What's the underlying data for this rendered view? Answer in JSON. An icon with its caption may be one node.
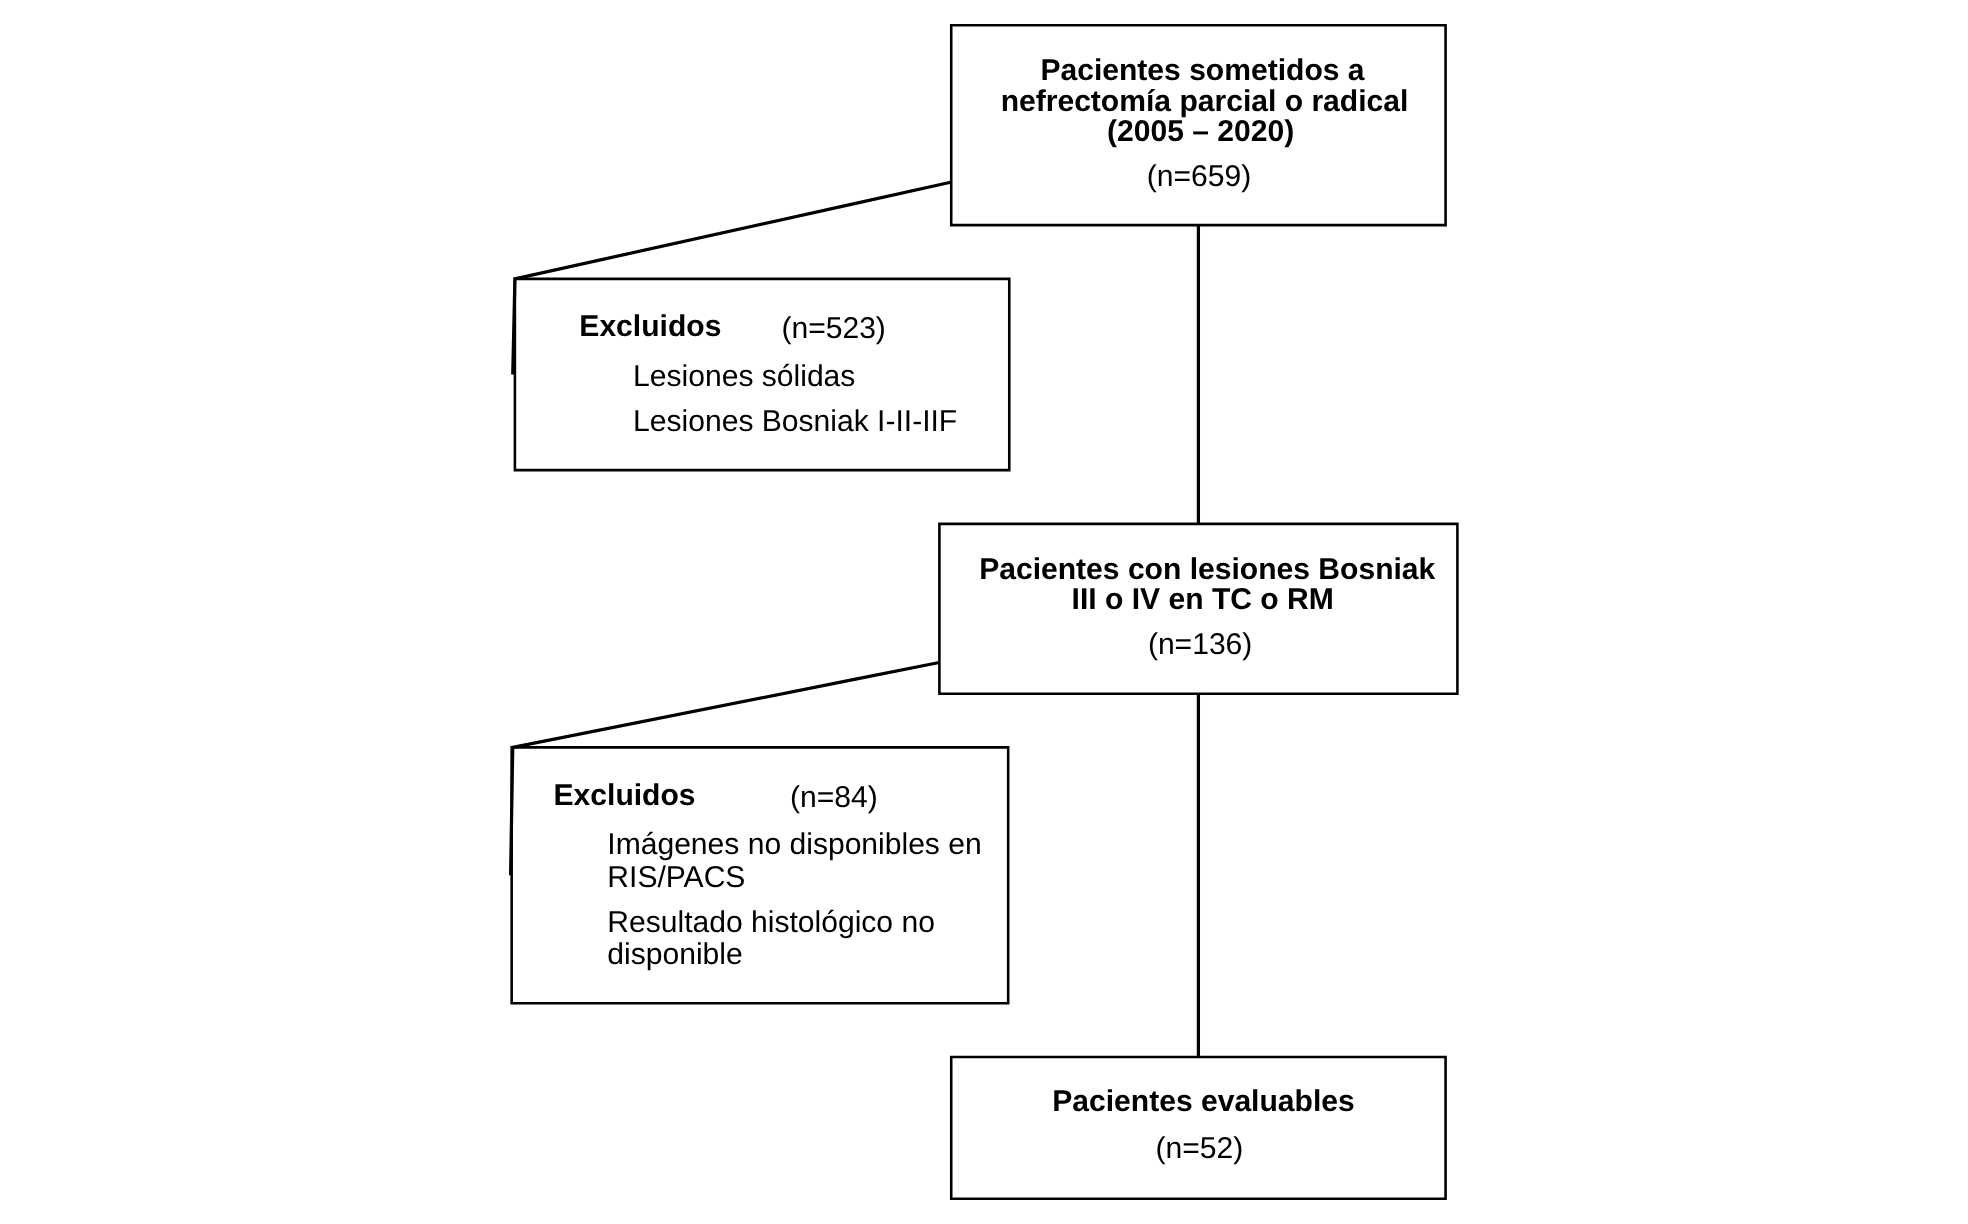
{
  "diagram": {
    "nodes": [
      {
        "text": [
          "Pacientes sometidos a nefrectomía parcial o radical (2005 – 2020)",
          "(n=659)"
        ]
      },
      {
        "text": [
          "Excluidos",
          "(n=523)",
          "Lesiones sólidas",
          "Lesiones Bosniak I-II-IIF"
        ]
      },
      {
        "text": [
          "Pacientes con lesiones Bosniak III o IV en TC o RM",
          "(n=136)"
        ]
      },
      {
        "text": [
          "Excluidos",
          "(n=84)",
          "Imágenes no disponibles en RIS/PACS",
          "Resultado histológico no disponible"
        ]
      },
      {
        "text": [
          "Pacientes evaluables",
          "(n=52)"
        ]
      }
    ],
    "edges": [
      {
        "from": 0,
        "to": 2,
        "arrow": "none"
      },
      {
        "from": 0,
        "to": 1,
        "arrow": "none"
      },
      {
        "from": 2,
        "to": 4,
        "arrow": "none"
      },
      {
        "from": 2,
        "to": 3,
        "arrow": "none"
      }
    ]
  }
}
